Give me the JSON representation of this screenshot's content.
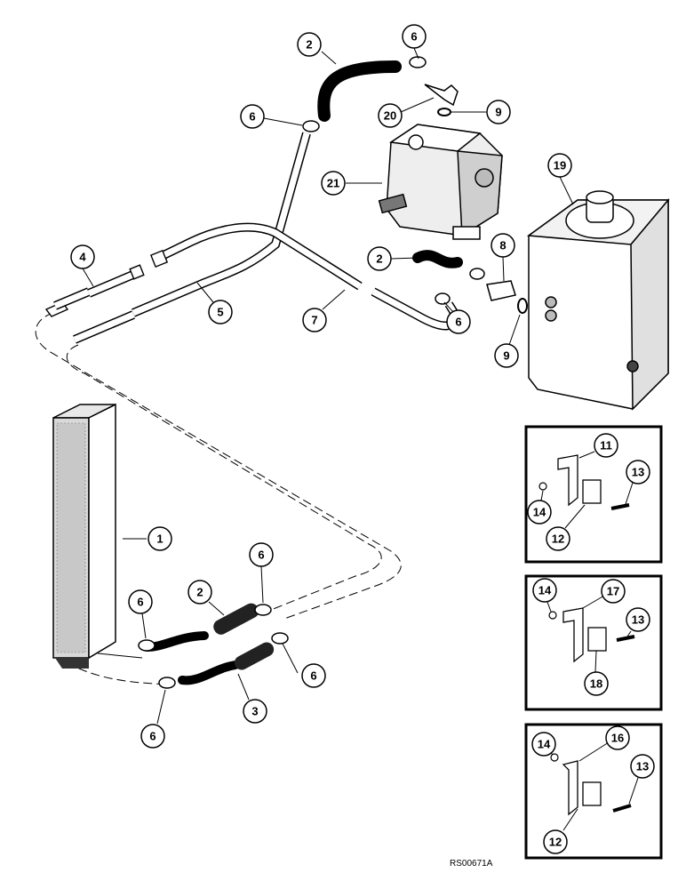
{
  "callouts": {
    "c1": "1",
    "c2a": "2",
    "c2b": "2",
    "c2c": "2",
    "c3": "3",
    "c4": "4",
    "c5": "5",
    "c6a": "6",
    "c6b": "6",
    "c6c": "6",
    "c6d": "6",
    "c6e": "6",
    "c6f": "6",
    "c6g": "6",
    "c7": "7",
    "c8": "8",
    "c9a": "9",
    "c9b": "9",
    "c11": "11",
    "c12a": "12",
    "c12b": "12",
    "c13a": "13",
    "c13b": "13",
    "c13c": "13",
    "c14a": "14",
    "c14b": "14",
    "c14c": "14",
    "c16": "16",
    "c17": "17",
    "c18": "18",
    "c19": "19",
    "c20": "20",
    "c21": "21"
  },
  "reference": "RS00671A"
}
